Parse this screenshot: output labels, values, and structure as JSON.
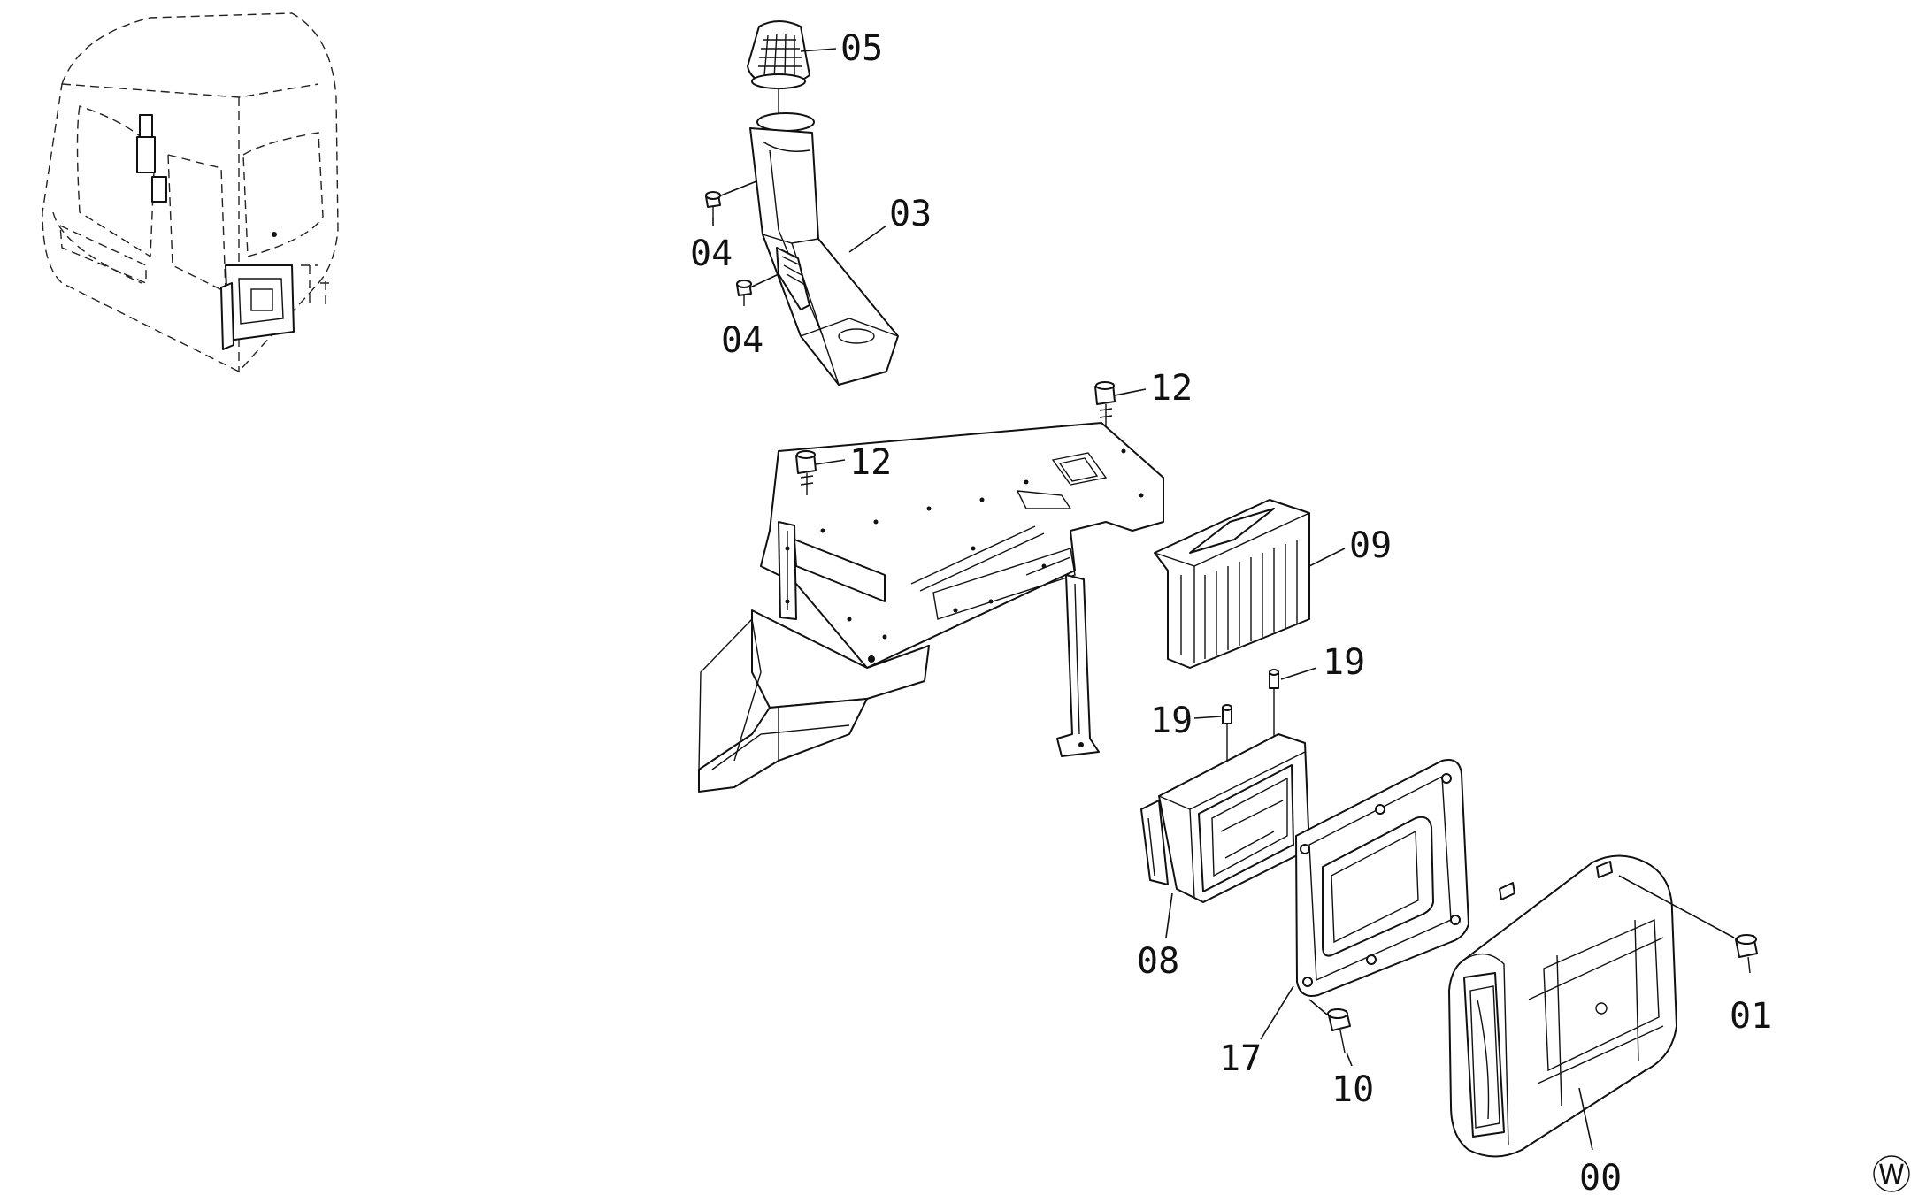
{
  "diagram": {
    "parts": [
      {
        "id": "05",
        "label": "05"
      },
      {
        "id": "03",
        "label": "03"
      },
      {
        "id": "04a",
        "label": "04"
      },
      {
        "id": "04b",
        "label": "04"
      },
      {
        "id": "12a",
        "label": "12"
      },
      {
        "id": "12b",
        "label": "12"
      },
      {
        "id": "09",
        "label": "09"
      },
      {
        "id": "19a",
        "label": "19"
      },
      {
        "id": "19b",
        "label": "19"
      },
      {
        "id": "08",
        "label": "08"
      },
      {
        "id": "17",
        "label": "17"
      },
      {
        "id": "10",
        "label": "10"
      },
      {
        "id": "01",
        "label": "01"
      },
      {
        "id": "00",
        "label": "00"
      }
    ],
    "region_mark": "W"
  }
}
